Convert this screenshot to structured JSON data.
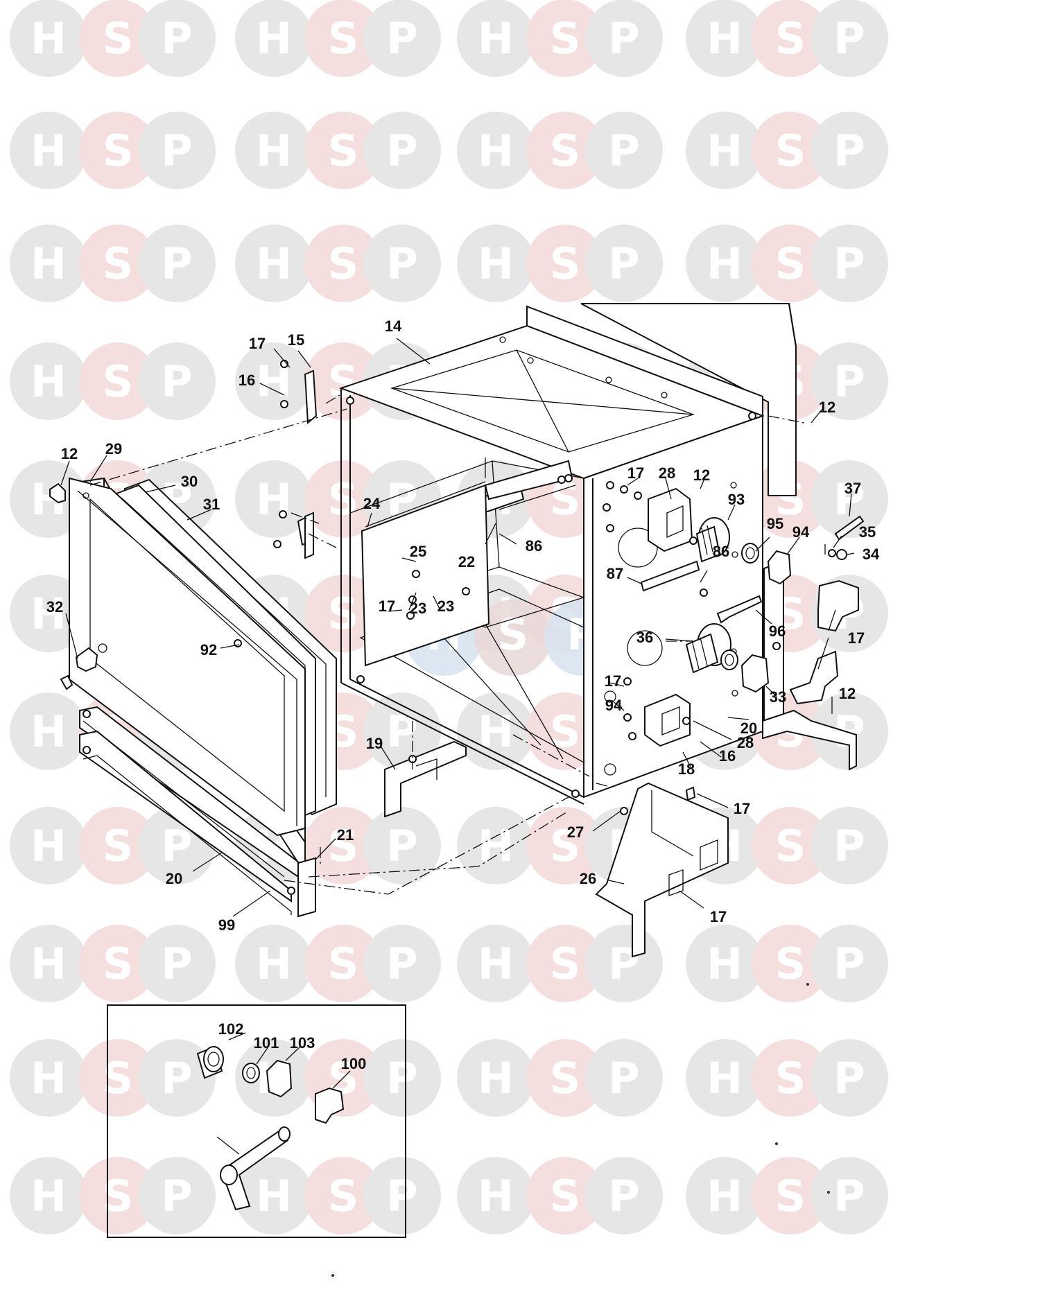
{
  "watermark": {
    "letters": [
      "H",
      "S",
      "P"
    ],
    "circle_colors": [
      "#e6e6e6",
      "#f5dede",
      "#e6e6e6"
    ],
    "letter_colors": [
      "#ffffff",
      "#ffffff",
      "#ffffff"
    ],
    "centre_logo_colors": [
      "#d6e3f0",
      "#ead8d8",
      "#d6e3f0"
    ]
  },
  "callouts": [
    "14",
    "15",
    "16",
    "17",
    "12",
    "12",
    "29",
    "30",
    "31",
    "17",
    "28",
    "12",
    "93",
    "37",
    "24",
    "25",
    "86",
    "22",
    "95",
    "94",
    "35",
    "34",
    "86",
    "87",
    "32",
    "23",
    "23",
    "17",
    "92",
    "36",
    "96",
    "17",
    "17",
    "94",
    "33",
    "12",
    "20",
    "28",
    "16",
    "18",
    "19",
    "17",
    "27",
    "21",
    "26",
    "20",
    "17",
    "99",
    "102",
    "101",
    "103",
    "100"
  ]
}
